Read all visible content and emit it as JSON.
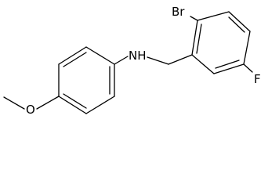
{
  "molecule": {
    "atom_labels": {
      "bromine": "Br",
      "fluorine": "F",
      "amine": "NH",
      "ether_oxygen": "O"
    }
  }
}
